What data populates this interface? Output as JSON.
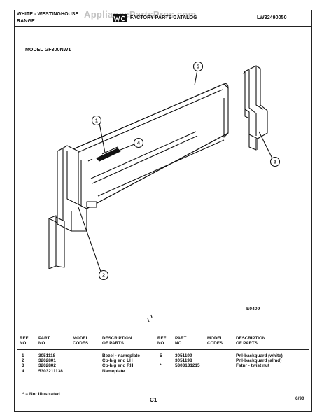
{
  "header": {
    "brand": "WHITE - WESTINGHOUSE",
    "product": "RANGE",
    "catalog": "FACTORY PARTS CATALOG",
    "catalog_number": "LW32490050",
    "watermark": "AppliancePartsPros.com"
  },
  "model": {
    "label": "MODEL GF300NW1"
  },
  "diagram": {
    "id": "E0409",
    "callouts": [
      "1",
      "2",
      "3",
      "4",
      "5"
    ]
  },
  "table": {
    "headers": {
      "ref": [
        "REF.",
        "NO."
      ],
      "part": [
        "PART",
        "NO."
      ],
      "model": [
        "MODEL",
        "CODES"
      ],
      "desc": [
        "DESCRIPTION",
        "OF PARTS"
      ]
    },
    "left_rows": [
      {
        "ref": "1",
        "part": "3051118",
        "desc": "Bezel - nameplate"
      },
      {
        "ref": "2",
        "part": "3202801",
        "desc": "Cp-b/g end LH"
      },
      {
        "ref": "3",
        "part": "3202802",
        "desc": "Cp-b/g end RH"
      },
      {
        "ref": "4",
        "part": "5303211138",
        "desc": "Nameplate"
      }
    ],
    "right_rows": [
      {
        "ref": "5",
        "part": "3051199",
        "desc": "Pnl-backguard (white)"
      },
      {
        "ref": "",
        "part": "3051198",
        "desc": "Pnl-backguard (almd)"
      },
      {
        "ref": "*",
        "part": "5303131215",
        "desc": "Fstnr - twist nut"
      }
    ]
  },
  "footer": {
    "note": "* = Not Illustrated",
    "page": "C1",
    "date": "6/90"
  }
}
